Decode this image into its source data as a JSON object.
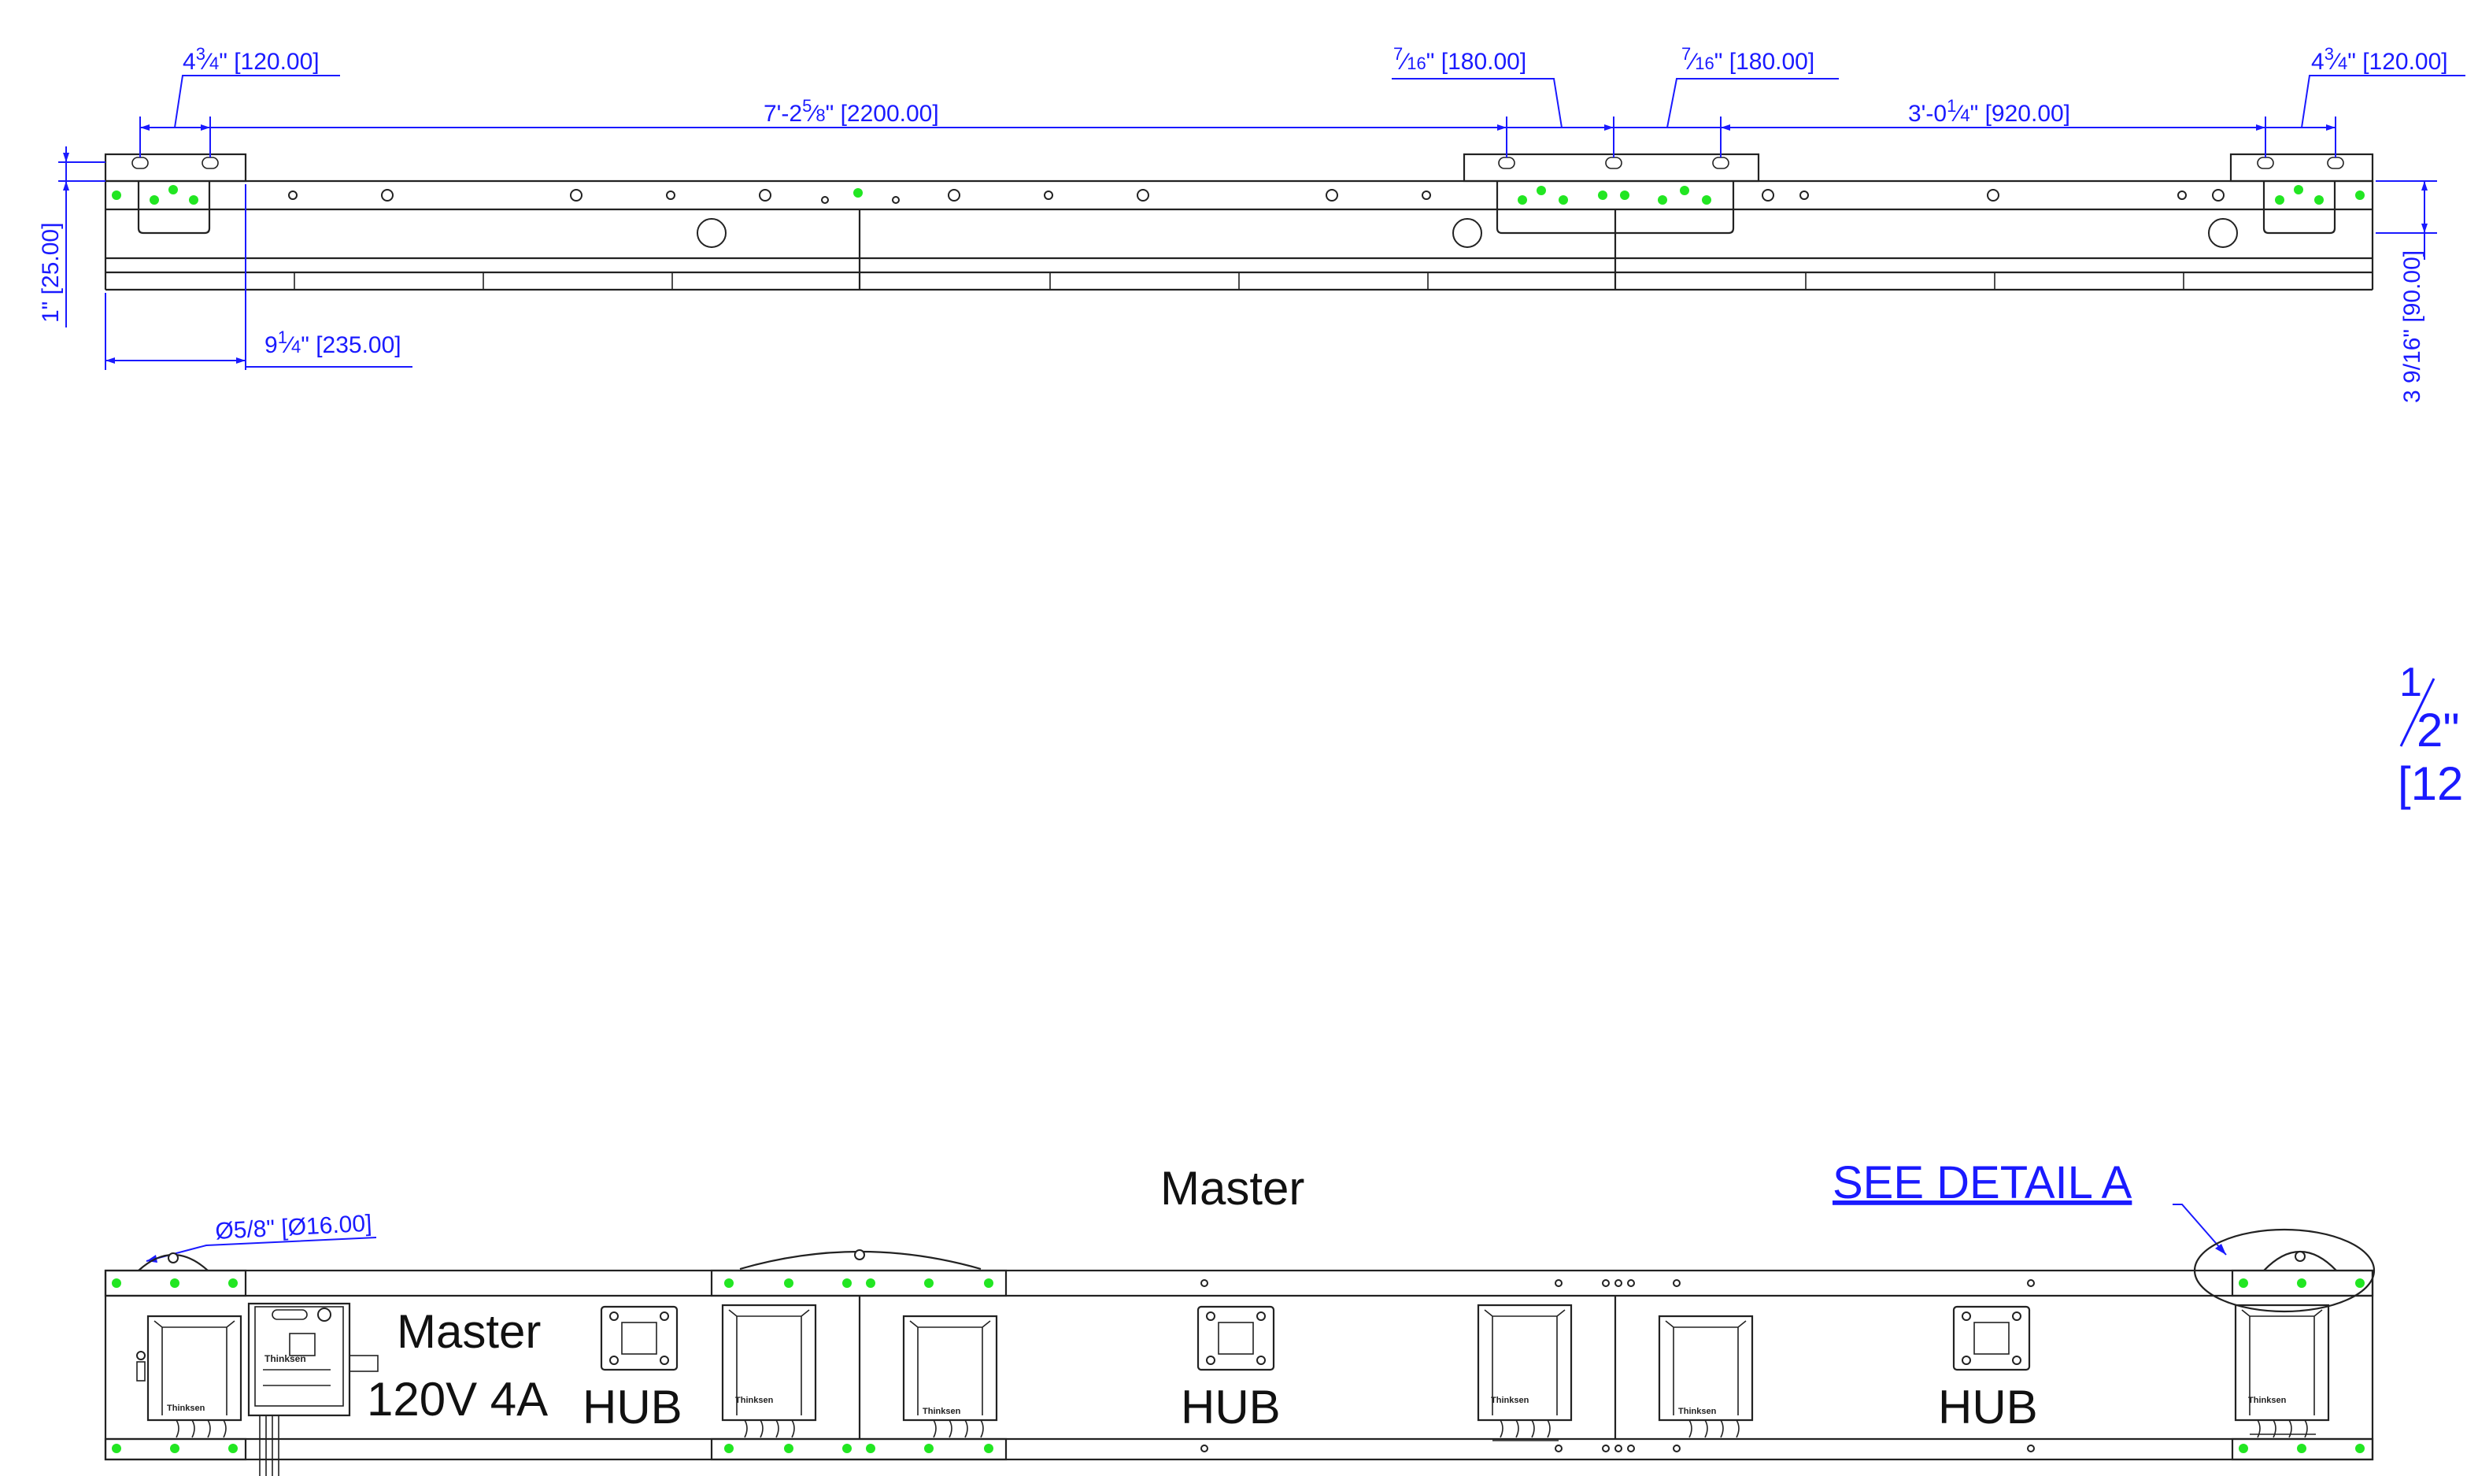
{
  "top_view": {
    "dim_left_end": {
      "whole": "4",
      "num": "3",
      "den": "4",
      "tail": "\" [120.00]"
    },
    "dim_overall": {
      "whole": "7'-2",
      "num": "5",
      "den": "8",
      "tail": "\" [2200.00]"
    },
    "dim_mid_left": {
      "whole": "",
      "num": "7",
      "den": "16",
      "tail": "\" [180.00]"
    },
    "dim_mid_right": {
      "whole": "",
      "num": "7",
      "den": "16",
      "tail": "\" [180.00]"
    },
    "dim_span_right": {
      "whole": "3'-0",
      "num": "1",
      "den": "4",
      "tail": "\" [920.00]"
    },
    "dim_right_end": {
      "whole": "4",
      "num": "3",
      "den": "4",
      "tail": "\" [120.00]"
    },
    "dim_height": "1\" [25.00]",
    "dim_bottom_left": {
      "whole": "9",
      "num": "1",
      "den": "4",
      "tail": "\" [235.00]"
    },
    "dim_right_vertical": "3 9/16\" [90.00]"
  },
  "cutoff_label": {
    "fraction_num": "1",
    "fraction_den": "2\"",
    "line2": "[12"
  },
  "front_view": {
    "title": "Master",
    "see_detail": "SEE DETAIL A",
    "hole_dim": "Ø5/8\" [Ø16.00]",
    "power_label_line1": "Master",
    "power_label_line2": "120V 4A",
    "hub_labels": [
      "HUB",
      "HUB",
      "HUB"
    ],
    "brand": "Thinksen"
  },
  "colors": {
    "dimension": "#1a1aff",
    "marker": "#22e622",
    "outline": "#222222"
  }
}
